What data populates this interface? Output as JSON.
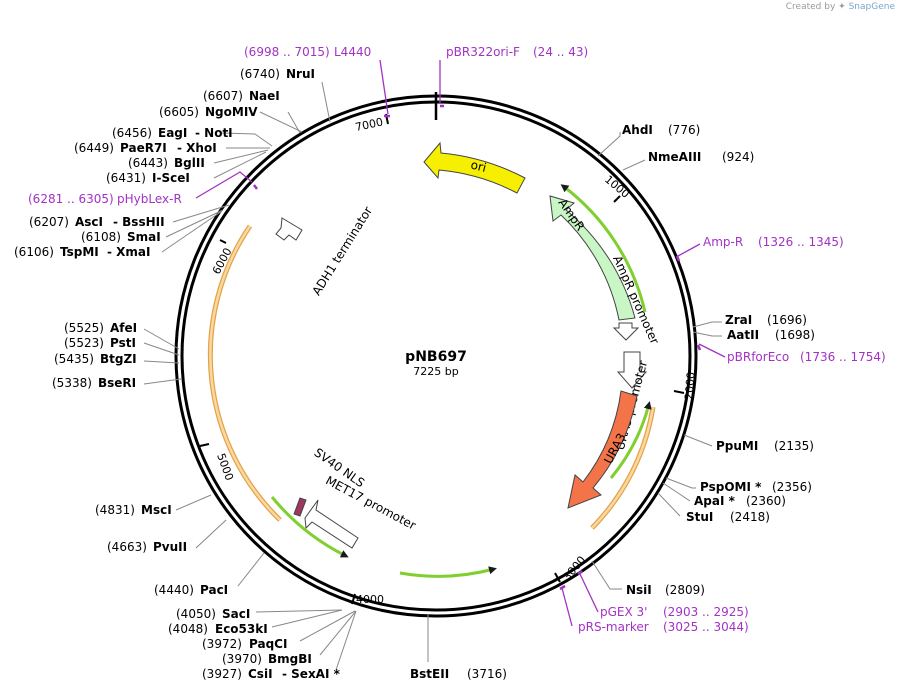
{
  "credit": {
    "prefix": "Created by",
    "brand": "SnapGene"
  },
  "plasmid": {
    "name": "pNB697",
    "size": "7225 bp"
  },
  "ticks": [
    "1000",
    "2000",
    "3000",
    "4000",
    "5000",
    "6000",
    "7000"
  ],
  "features": {
    "ori": "ori",
    "ampr": "AmpR",
    "ampr_promoter": "AmpR promoter",
    "ura3_promoter": "URA3 promoter",
    "ura3": "URA3",
    "adh1": "ADH1 terminator",
    "sv40": "SV40 NLS",
    "met17": "MET17 promoter"
  },
  "sites": [
    {
      "pos": "(776)",
      "name": "AhdI"
    },
    {
      "pos": "(924)",
      "name": "NmeAIII"
    },
    {
      "pos": "(1696)",
      "name": "ZraI"
    },
    {
      "pos": "(1698)",
      "name": "AatII"
    },
    {
      "pos": "(2135)",
      "name": "PpuMI"
    },
    {
      "pos": "(2356)",
      "name": "PspOMI *"
    },
    {
      "pos": "(2360)",
      "name": "ApaI *"
    },
    {
      "pos": "(2418)",
      "name": "StuI"
    },
    {
      "pos": "(2809)",
      "name": "NsiI"
    },
    {
      "pos": "(3716)",
      "name": "BstEII"
    },
    {
      "pos": "(3927)",
      "name": "CsiI",
      "name2": "- SexAI *"
    },
    {
      "pos": "(3970)",
      "name": "BmgBI"
    },
    {
      "pos": "(3972)",
      "name": "PaqCI"
    },
    {
      "pos": "(4048)",
      "name": "Eco53kI"
    },
    {
      "pos": "(4050)",
      "name": "SacI"
    },
    {
      "pos": "(4440)",
      "name": "PacI"
    },
    {
      "pos": "(4663)",
      "name": "PvuII"
    },
    {
      "pos": "(4831)",
      "name": "MscI"
    },
    {
      "pos": "(5338)",
      "name": "BseRI"
    },
    {
      "pos": "(5435)",
      "name": "BtgZI"
    },
    {
      "pos": "(5523)",
      "name": "PstI"
    },
    {
      "pos": "(5525)",
      "name": "AfeI"
    },
    {
      "pos": "(6106)",
      "name": "TspMI",
      "name2": "- XmaI"
    },
    {
      "pos": "(6108)",
      "name": "SmaI"
    },
    {
      "pos": "(6207)",
      "name": "AscI",
      "name2": "- BssHII"
    },
    {
      "pos": "(6431)",
      "name": "I-SceI"
    },
    {
      "pos": "(6443)",
      "name": "BglII"
    },
    {
      "pos": "(6449)",
      "name": "PaeR7I",
      "name2": "- XhoI"
    },
    {
      "pos": "(6456)",
      "name": "EagI",
      "name2": "- NotI"
    },
    {
      "pos": "(6605)",
      "name": "NgoMIV"
    },
    {
      "pos": "(6607)",
      "name": "NaeI"
    },
    {
      "pos": "(6740)",
      "name": "NruI"
    }
  ],
  "primers": [
    {
      "name": "L4440",
      "range": "(6998 .. 7015)"
    },
    {
      "name": "pBR322ori-F",
      "range": "(24 .. 43)"
    },
    {
      "name": "Amp-R",
      "range": "(1326 .. 1345)"
    },
    {
      "name": "pBRforEco",
      "range": "(1736 .. 1754)"
    },
    {
      "name": "pGEX 3'",
      "range": "(2903 .. 2925)"
    },
    {
      "name": "pRS-marker",
      "range": "(3025 .. 3044)"
    },
    {
      "name": "pHybLex-R",
      "range": "(6281 .. 6305)"
    }
  ],
  "colors": {
    "ori": "#f6f000",
    "ampr": "#c8f7c5",
    "ura3": "#f4744a",
    "sv40": "#a0355f",
    "orf": "#f9d8a1",
    "orf_outline": "#e2a44a",
    "green_arrow": "#7fcf2e",
    "primer": "#a232c4",
    "backbone": "#000000"
  }
}
